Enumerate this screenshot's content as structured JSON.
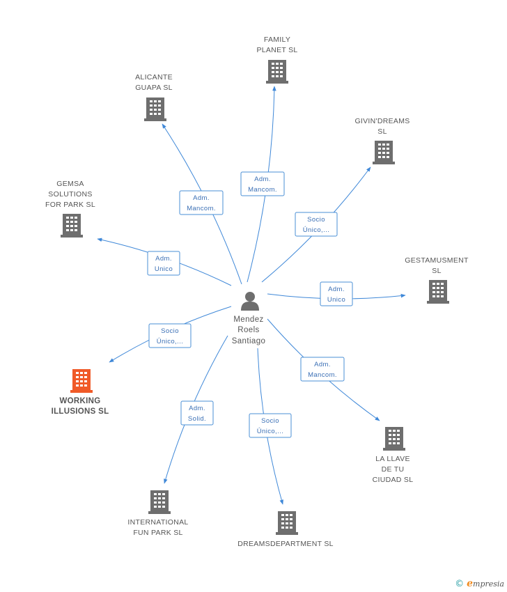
{
  "center": {
    "name_lines": [
      "Mendez",
      "Roels",
      "Santiago"
    ],
    "icon": "person-icon"
  },
  "colors": {
    "edge": "#3f88d8",
    "company_icon": "#6e6e6e",
    "highlight_icon": "#f05a28",
    "person_icon": "#6e6e6e",
    "relation_text": "#3a6fb5"
  },
  "companies": [
    {
      "id": "family-planet",
      "name_lines": [
        "FAMILY",
        "PLANET SL"
      ],
      "relation_lines": [
        "Adm.",
        "Mancom."
      ],
      "highlight": false
    },
    {
      "id": "alicante-guapa",
      "name_lines": [
        "ALICANTE",
        "GUAPA SL"
      ],
      "relation_lines": [
        "Adm.",
        "Mancom."
      ],
      "highlight": false
    },
    {
      "id": "givin-dreams",
      "name_lines": [
        "GIVIN'DREAMS",
        "SL"
      ],
      "relation_lines": [
        "Socio",
        "Único,..."
      ],
      "highlight": false
    },
    {
      "id": "gemsa-solutions",
      "name_lines": [
        "GEMSA",
        "SOLUTIONS",
        "FOR PARK  SL"
      ],
      "relation_lines": [
        "Adm.",
        "Unico"
      ],
      "highlight": false
    },
    {
      "id": "gestamusment",
      "name_lines": [
        "GESTAMUSMENT",
        "SL"
      ],
      "relation_lines": [
        "Adm.",
        "Unico"
      ],
      "highlight": false
    },
    {
      "id": "working-illusions",
      "name_lines": [
        "WORKING",
        "ILLUSIONS  SL"
      ],
      "relation_lines": [
        "Socio",
        "Único,..."
      ],
      "highlight": true
    },
    {
      "id": "la-llave",
      "name_lines": [
        "LA LLAVE",
        "DE TU",
        "CIUDAD SL"
      ],
      "relation_lines": [
        "Adm.",
        "Mancom."
      ],
      "highlight": false
    },
    {
      "id": "international-fun-park",
      "name_lines": [
        "INTERNATIONAL",
        "FUN PARK  SL"
      ],
      "relation_lines": [
        "Adm.",
        "Solid."
      ],
      "highlight": false
    },
    {
      "id": "dreamsdepartment",
      "name_lines": [
        "DREAMSDEPARTMENT SL"
      ],
      "relation_lines": [
        "Socio",
        "Único,..."
      ],
      "highlight": false
    }
  ],
  "footer": {
    "copyright_symbol": "©",
    "brand_initial": "e",
    "brand_rest": "mpresia"
  }
}
